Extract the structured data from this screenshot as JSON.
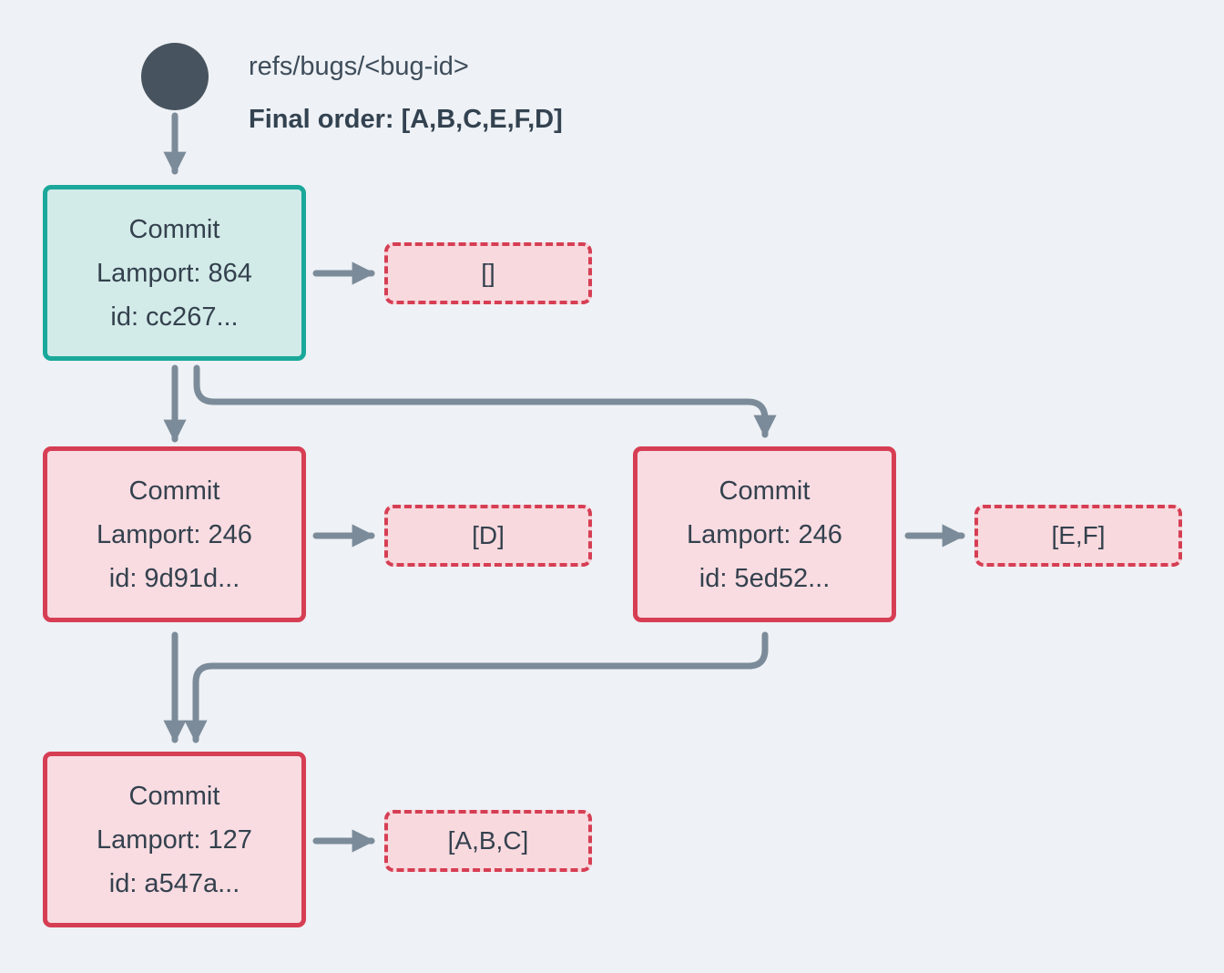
{
  "header": {
    "ref_label": "refs/bugs/<bug-id>",
    "final_order_label": "Final order: [A,B,C,E,F,D]"
  },
  "nodes": [
    {
      "title": "Commit",
      "lamport": "Lamport: 864",
      "id": "id: cc267...",
      "type": "head",
      "result": "[]"
    },
    {
      "title": "Commit",
      "lamport": "Lamport: 246",
      "id": "id: 9d91d...",
      "type": "normal",
      "result": "[D]"
    },
    {
      "title": "Commit",
      "lamport": "Lamport: 246",
      "id": "id: 5ed52...",
      "type": "normal",
      "result": "[E,F]"
    },
    {
      "title": "Commit",
      "lamport": "Lamport: 127",
      "id": "id: a547a...",
      "type": "normal",
      "result": "[A,B,C]"
    }
  ],
  "colors": {
    "background": "#eef1f5",
    "arrow": "#7b8b99",
    "text": "#34414e",
    "teal_border": "#1aa89a",
    "teal_fill": "#d2ebe8",
    "red_border": "#d63e54",
    "red_fill": "#f8dce1",
    "result_fill": "#f8d9de",
    "ref_circle": "#47545f"
  }
}
